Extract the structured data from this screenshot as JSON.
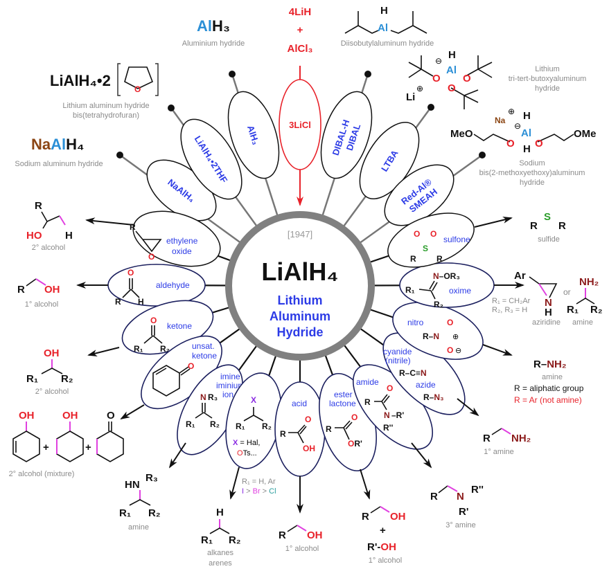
{
  "center": {
    "formula": "LiAlH₄",
    "name_lines": [
      "Lithium",
      "Aluminum",
      "Hydride"
    ],
    "year": "[1947]"
  },
  "colors": {
    "label_blue": "#2c3be6",
    "oxygen_red": "#e8222a",
    "aluminum_blue": "#2b8fd6",
    "sodium_brown": "#8b4513",
    "sulfur_green": "#2a9d2a",
    "new_bond_magenta": "#e040e0",
    "nitrogen_darkred": "#8b1a1a",
    "ring_gray": "#808080"
  },
  "reagents": {
    "alh3": {
      "formula": "AlH₃",
      "name": "Aluminium hydride",
      "ellipse": "AlH₃"
    },
    "lialh4_thf": {
      "formula": "LiAlH₄•2",
      "ring_o": "O",
      "name_lines": [
        "Lithium aluminum hydride",
        "bis(tetrahydrofuran)"
      ],
      "ellipse": "LiAlH₄•2THF"
    },
    "naalh4": {
      "formula_na": "Na",
      "formula_al": "Al",
      "formula_h": "H₄",
      "name": "Sodium aluminum hydride",
      "ellipse": "NaAlH₄"
    },
    "synthesis": {
      "lih": "4LiH",
      "plus": "+",
      "alcl3": "AlCl₃",
      "ellipse": "3LiCl"
    },
    "dibal": {
      "h": "H",
      "al": "Al",
      "name": "Diisobutylaluminum hydride",
      "ellipse_lines": [
        "DIBAL-H",
        "DIBAL"
      ]
    },
    "ltba": {
      "h": "H",
      "al": "Al",
      "o": "O",
      "li": "Li",
      "plus": "⊕",
      "minus": "⊖",
      "name_lines": [
        "Lithium",
        "tri-tert-butoxyaluminum",
        "hydride"
      ],
      "ellipse": "LTBA"
    },
    "redal": {
      "na": "Na",
      "al": "Al",
      "h": "H",
      "o": "O",
      "meo": "MeO",
      "ome": "OMe",
      "plus": "⊕",
      "minus": "⊖",
      "name_lines": [
        "Sodium",
        "bis(2-methoxyethoxy)aluminum",
        "hydride"
      ],
      "ellipse_lines": [
        "Red-Al®",
        "SMEAH"
      ]
    }
  },
  "substrates": {
    "epoxide": {
      "label_lines": [
        "ethylene",
        "oxide"
      ],
      "r": "R",
      "o": "O"
    },
    "aldehyde": {
      "label": "aldehyde",
      "r": "R",
      "o": "O",
      "h": "H"
    },
    "ketone": {
      "label": "ketone",
      "r1": "R₁",
      "r2": "R₂",
      "o": "O"
    },
    "unsat_ketone": {
      "label_lines": [
        "unsat.",
        "ketone"
      ],
      "o": "O"
    },
    "imine": {
      "label_lines": [
        "imine",
        "iminium",
        "ion"
      ],
      "n": "N",
      "r3": "R₃",
      "r1": "R₁",
      "r2": "R₂"
    },
    "halide": {
      "x": "X",
      "r1": "R₁",
      "r2": "R₂",
      "note_x": "X",
      "note_rest": " = Hal,",
      "note_o": "O",
      "note_ts": "Ts..."
    },
    "acid": {
      "label": "acid",
      "r": "R",
      "o": "O",
      "oh": "OH"
    },
    "ester": {
      "label_lines": [
        "ester",
        "lactone"
      ],
      "r": "R",
      "o": "O",
      "or": "O",
      "r_prime": "R'"
    },
    "amide": {
      "label": "amide",
      "r": "R",
      "o": "O",
      "n": "N",
      "r1": "–R'",
      "r2": "R''"
    },
    "nitrile_azide": {
      "label_lines": [
        "cyanide",
        "(nitrile)"
      ],
      "nitrile_r": "R–C≡",
      "nitrile_n": "N",
      "azide_label": "azide",
      "azide_r": "R–",
      "azide_n": "N₃"
    },
    "nitro": {
      "label": "nitro",
      "r": "R–",
      "n": "N",
      "o1": "O",
      "o2": "O",
      "plus": "⊕",
      "minus": "⊖"
    },
    "oxime": {
      "label": "oxime",
      "n": "N",
      "or3": "–OR₃",
      "r1": "R₁",
      "r2": "R₂"
    },
    "sulfone": {
      "label": "sulfone",
      "s": "S",
      "o": "O",
      "r": "R"
    }
  },
  "products": {
    "sec_alcohol_epoxide": {
      "r": "R",
      "ho": "HO",
      "h": "H",
      "label": "2° alcohol"
    },
    "prim_alcohol_aldehyde": {
      "r": "R",
      "oh": "OH",
      "label": "1° alcohol"
    },
    "sec_alcohol_ketone": {
      "oh": "OH",
      "r1": "R₁",
      "r2": "R₂",
      "label": "2° alcohol"
    },
    "mixture": {
      "oh": "OH",
      "o": "O",
      "plus": "+",
      "label": "2° alcohol (mixture)"
    },
    "amine_imine": {
      "hn": "HN",
      "r3": "R₃",
      "r1": "R₁",
      "r2": "R₂",
      "label": "amine"
    },
    "alkane": {
      "h": "H",
      "r1": "R₁",
      "r2": "R₂",
      "label_lines": [
        "alkanes",
        "arenes"
      ],
      "note_r1": "R₁ = H, Ar",
      "note_order": [
        "I",
        " > ",
        "Br",
        " > ",
        "Cl"
      ]
    },
    "prim_alcohol_acid": {
      "r": "R",
      "oh": "OH",
      "label": "1° alcohol"
    },
    "ester_alcohols": {
      "r": "R",
      "oh": "OH",
      "plus": "+",
      "r_prime": "R'-",
      "oh2": "OH",
      "label": "1° alcohol"
    },
    "tert_amine": {
      "r": "R",
      "n": "N",
      "r2": "R''",
      "r1": "R'",
      "label": "3° amine"
    },
    "prim_amine_nitrile": {
      "r": "R",
      "nh2": "NH₂",
      "label": "1° amine"
    },
    "amine_nitro": {
      "r": "R–",
      "nh2": "NH₂",
      "label": "amine",
      "note1": "R = aliphatic group",
      "note2": "R = Ar (not amine)"
    },
    "oxime_products": {
      "ar": "Ar",
      "n": "N",
      "h": "H",
      "or": "or",
      "nh2": "NH₂",
      "r1": "R₁",
      "r2": "R₂",
      "label_aziridine": "aziridine",
      "label_amine": "amine",
      "cond1": "R₁ = CH₂Ar",
      "cond2": "R₂, R₃ = H"
    },
    "sulfide": {
      "r": "R",
      "s": "S",
      "label": "sulfide"
    }
  }
}
